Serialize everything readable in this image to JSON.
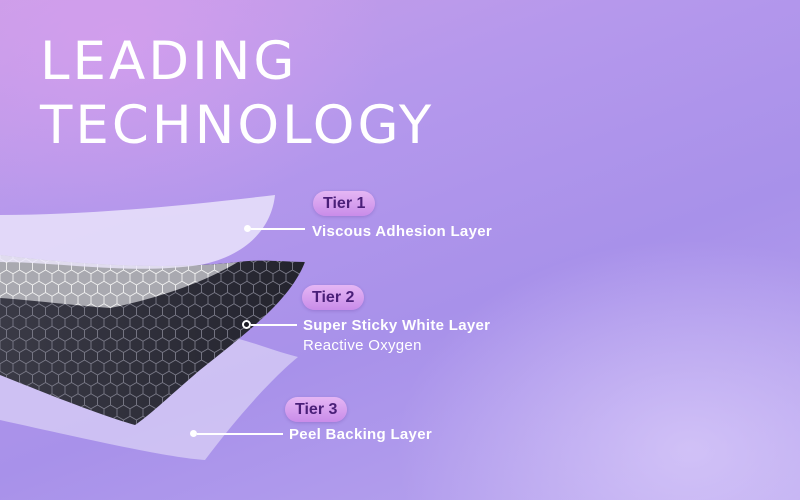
{
  "title": {
    "line1": "LEADING",
    "line2": "TECHNOLOGY"
  },
  "tiers": [
    {
      "badge": "Tier 1",
      "label": "Viscous Adhesion Layer"
    },
    {
      "badge": "Tier 2",
      "label": "Super Sticky White Layer",
      "sublabel": "Reactive Oxygen"
    },
    {
      "badge": "Tier 3",
      "label": "Peel Backing Layer"
    }
  ],
  "colors": {
    "badge": "#d6a2ef",
    "badge_text": "#4a1f78",
    "layer_top": "#e4dcf8",
    "layer_middle": "#2b2b36",
    "layer_bottom": "#d2c8f3"
  }
}
